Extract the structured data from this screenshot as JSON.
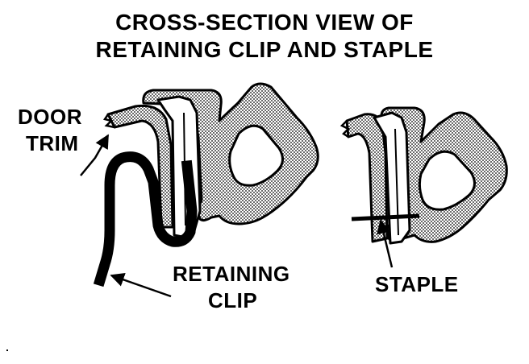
{
  "title": {
    "line1": "CROSS-SECTION VIEW OF",
    "line2": "RETAINING CLIP AND STAPLE"
  },
  "labels": {
    "door": "DOOR",
    "trim": "TRIM",
    "retaining": "RETAINING",
    "clip": "CLIP",
    "staple": "STAPLE"
  },
  "colors": {
    "ink": "#000000",
    "stipple": "#9a9a9a",
    "background": "#ffffff"
  }
}
